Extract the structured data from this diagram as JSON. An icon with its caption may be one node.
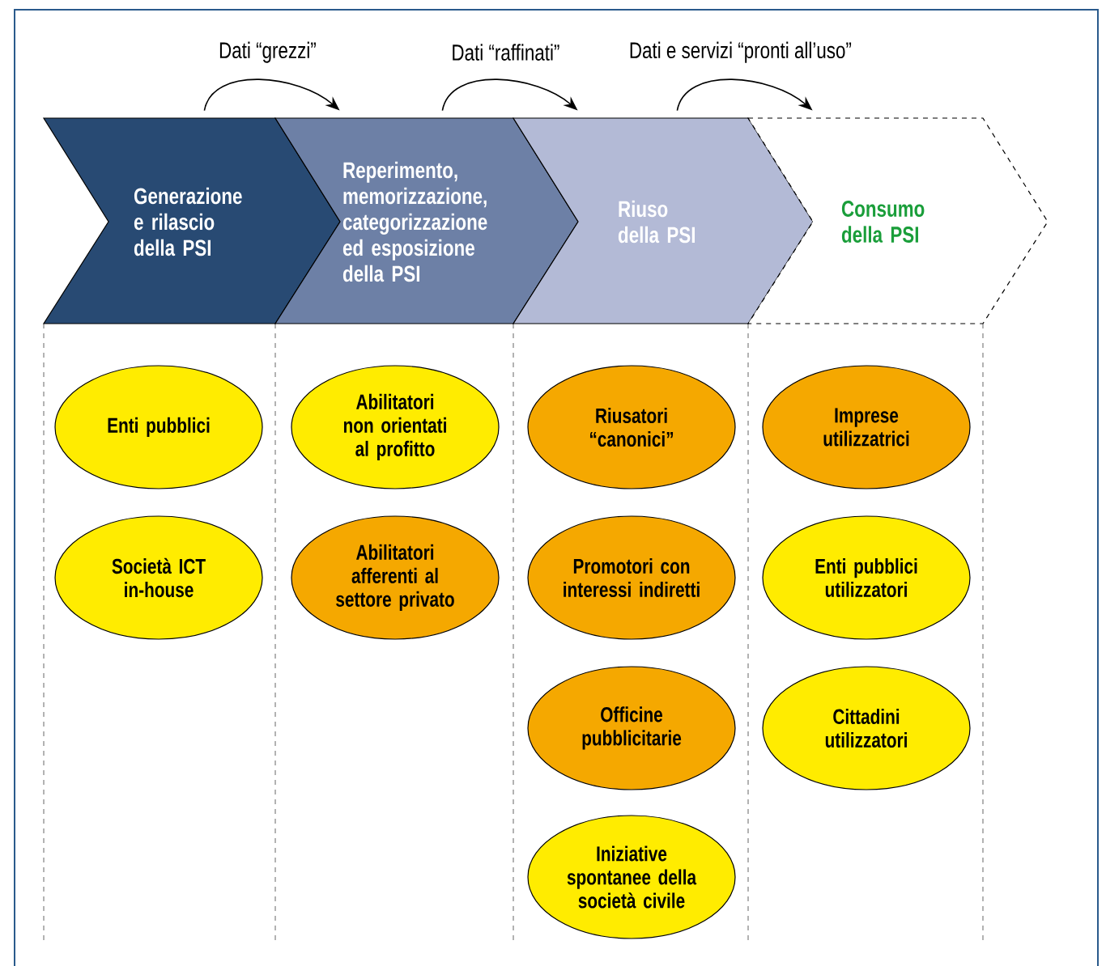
{
  "diagram": {
    "nodes": [
      {
        "text": [
          "Generazione e rilascio della PSI"
        ]
      },
      {
        "text": [
          "Reperimento, memorizzazione, categorizzazione ed esposizione della PSI"
        ]
      },
      {
        "text": [
          "Riuso della PSI"
        ]
      },
      {
        "text": [
          "Consumo della PSI"
        ]
      },
      {
        "text": [
          "Enti pubblici"
        ]
      },
      {
        "text": [
          "Società ICT in-house"
        ]
      },
      {
        "text": [
          "Abilitatori non orientati al profitto"
        ]
      },
      {
        "text": [
          "Abilitatori afferenti al settore privato"
        ]
      },
      {
        "text": [
          "Riusatori “canonici”"
        ]
      },
      {
        "text": [
          "Promotori con interessi indiretti"
        ]
      },
      {
        "text": [
          "Officine pubblicitarie"
        ]
      },
      {
        "text": [
          "Iniziative spontanee della società civile"
        ]
      },
      {
        "text": [
          "Imprese utilizzatrici"
        ]
      },
      {
        "text": [
          "Enti pubblici utilizzatori"
        ]
      },
      {
        "text": [
          "Cittadini utilizzatori"
        ]
      }
    ],
    "edges": [
      {
        "from": 0,
        "to": 1,
        "arrow": "to",
        "label": "Dati “grezzi”"
      },
      {
        "from": 1,
        "to": 2,
        "arrow": "to",
        "label": "Dati “raffinati”"
      },
      {
        "from": 2,
        "to": 3,
        "arrow": "to",
        "label": "Dati e servizi “pronti all’uso”"
      }
    ]
  }
}
